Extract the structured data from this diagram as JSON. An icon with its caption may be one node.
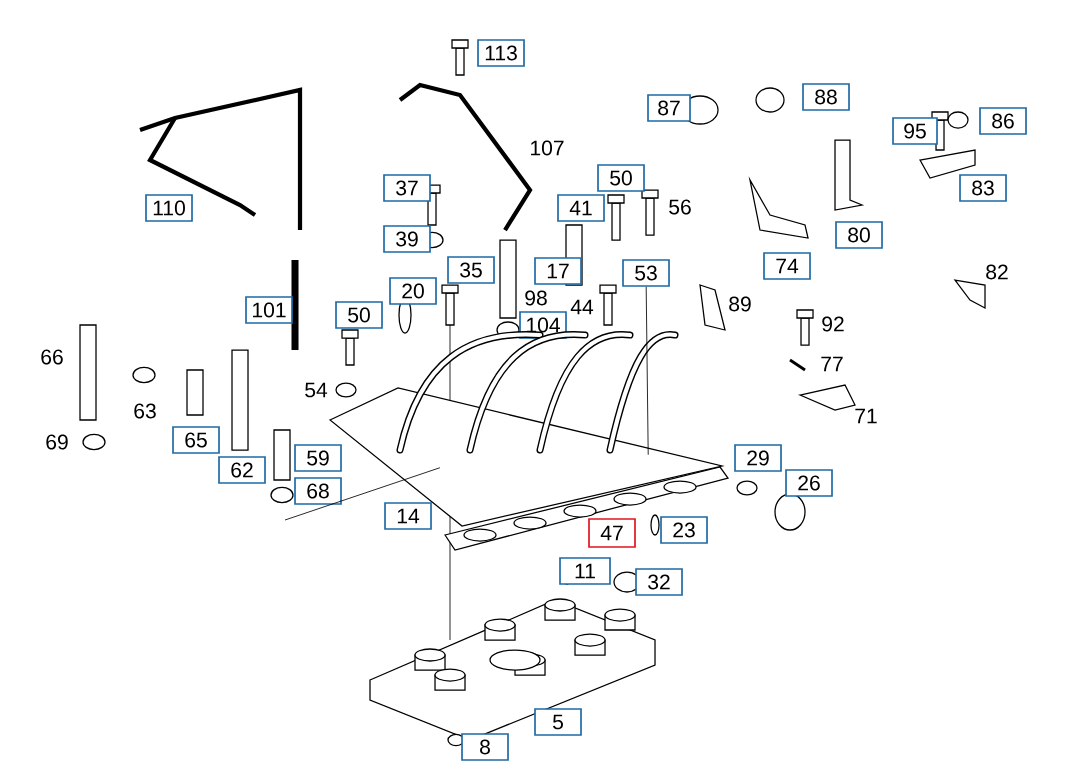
{
  "diagram": {
    "nodes": [
      {
        "text": [
          "113"
        ]
      },
      {
        "text": [
          "88"
        ]
      },
      {
        "text": [
          "87"
        ]
      },
      {
        "text": [
          "86"
        ]
      },
      {
        "text": [
          "95"
        ]
      },
      {
        "text": [
          "37"
        ]
      },
      {
        "text": [
          "50"
        ]
      },
      {
        "text": [
          "83"
        ]
      },
      {
        "text": [
          "110"
        ]
      },
      {
        "text": [
          "41"
        ]
      },
      {
        "text": [
          "80"
        ]
      },
      {
        "text": [
          "39"
        ]
      },
      {
        "text": [
          "74"
        ]
      },
      {
        "text": [
          "35"
        ]
      },
      {
        "text": [
          "17"
        ]
      },
      {
        "text": [
          "53"
        ]
      },
      {
        "text": [
          "20"
        ]
      },
      {
        "text": [
          "101"
        ]
      },
      {
        "text": [
          "50"
        ]
      },
      {
        "text": [
          "104"
        ]
      },
      {
        "text": [
          "65"
        ]
      },
      {
        "text": [
          "59"
        ]
      },
      {
        "text": [
          "29"
        ]
      },
      {
        "text": [
          "62"
        ]
      },
      {
        "text": [
          "26"
        ]
      },
      {
        "text": [
          "68"
        ]
      },
      {
        "text": [
          "14"
        ]
      },
      {
        "text": [
          "23"
        ]
      },
      {
        "text": [
          "47"
        ]
      },
      {
        "text": [
          "11"
        ]
      },
      {
        "text": [
          "32"
        ]
      },
      {
        "text": [
          "5"
        ]
      },
      {
        "text": [
          "8"
        ]
      },
      {
        "text": [],
        "shape": "picture"
      }
    ],
    "edges": [
      {
        "from": 15,
        "to": 33,
        "arrow": "none"
      },
      {
        "from": 33,
        "to": null,
        "arrow": "none"
      }
    ],
    "labels": [
      "107",
      "56",
      "82",
      "98",
      "44",
      "89",
      "92",
      "66",
      "77",
      "54",
      "63",
      "71",
      "69"
    ]
  }
}
